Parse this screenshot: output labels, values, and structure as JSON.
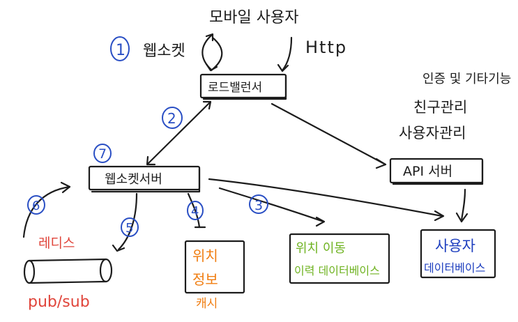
{
  "labels": {
    "mobile_user": "모바일 사용자",
    "websocket": "웹소켓",
    "http": "Http",
    "load_balancer": "로드밸런서",
    "api_server_features_line1": "인증 및 기타기능",
    "api_server_features_line2": "친구관리",
    "api_server_features_line3": "사용자관리",
    "api_server": "API 서버",
    "websocket_server": "웹소켓서버",
    "redis": "레디스",
    "pubsub": "pub/sub",
    "location_cache_line1": "위치",
    "location_cache_line2": "정보",
    "cache": "캐시",
    "location_history_db_line1": "위치 이동",
    "location_history_db_line2": "이력 데이터베이스",
    "user_db_line1": "사용자",
    "user_db_line2": "데이터베이스"
  },
  "steps": {
    "s1": "1",
    "s2": "2",
    "s3": "3",
    "s4": "4",
    "s5": "5",
    "s6": "6",
    "s7": "7"
  },
  "colors": {
    "ink": "#1c1c1c",
    "step_blue": "#2a4fc4",
    "redis_red": "#e0443a",
    "cache_orange": "#f07d10",
    "history_green": "#6fb321",
    "user_db_blue": "#1e3fbf"
  }
}
